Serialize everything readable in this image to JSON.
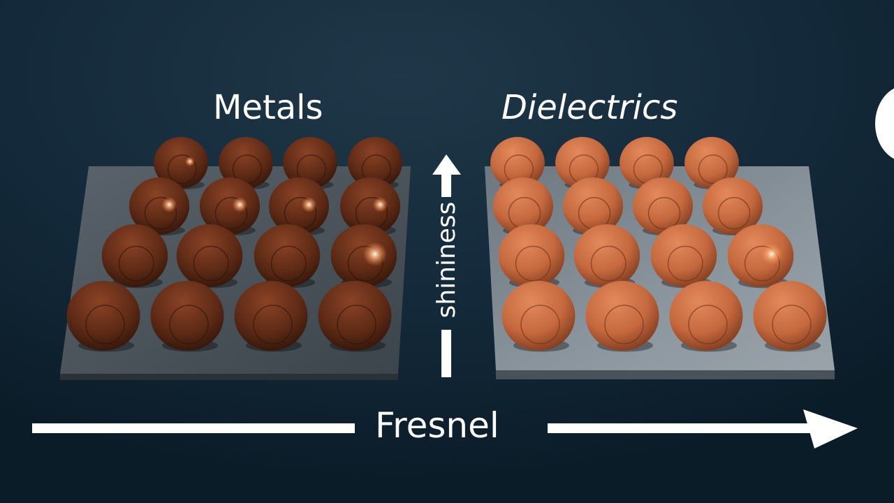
{
  "scene": {
    "background_color": "#102231",
    "arrow_color": "#ffffff",
    "plate_color": "#707a82",
    "sphere_color": "#c8693e"
  },
  "panels": {
    "metals": {
      "title": "Metals",
      "grid": {
        "rows": 4,
        "columns": 4
      }
    },
    "dielectrics": {
      "title": "Dielectrics",
      "grid": {
        "rows": 4,
        "columns": 4
      }
    }
  },
  "axes": {
    "horizontal": {
      "label": "Fresnel",
      "arrow_icon": "arrow-right-icon"
    },
    "vertical": {
      "label": "shininess",
      "arrow_icon": "arrow-up-icon"
    }
  }
}
